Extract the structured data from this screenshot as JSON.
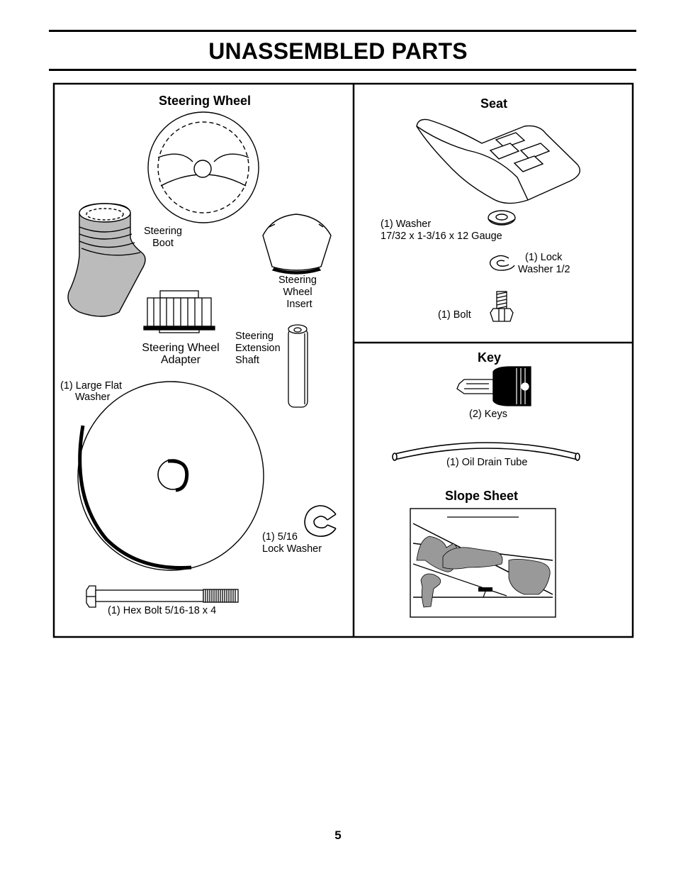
{
  "page": {
    "title": "UNASSEMBLED PARTS",
    "page_number": "5"
  },
  "left_panel": {
    "heading": "Steering Wheel",
    "steering_boot": [
      "Steering",
      "Boot"
    ],
    "steering_wheel_insert": [
      "Steering",
      "Wheel",
      "Insert"
    ],
    "steering_wheel_adapter": [
      "Steering Wheel",
      "Adapter"
    ],
    "steering_extension_shaft": [
      "Steering",
      "Extension",
      "Shaft"
    ],
    "large_flat_washer": [
      "(1) Large Flat",
      "Washer"
    ],
    "lock_washer_516": [
      "(1) 5/16",
      "Lock Washer"
    ],
    "hex_bolt": "(1) Hex Bolt 5/16-18 x 4"
  },
  "seat_panel": {
    "heading": "Seat",
    "washer": [
      "(1) Washer",
      "17/32 x 1-3/16 x 12 Gauge"
    ],
    "lock_washer": [
      "(1) Lock",
      "Washer 1/2"
    ],
    "bolt": "(1) Bolt"
  },
  "key_panel": {
    "heading": "Key",
    "keys": "(2) Keys",
    "oil_drain_tube": "(1) Oil Drain Tube",
    "slope_heading": "Slope Sheet"
  }
}
